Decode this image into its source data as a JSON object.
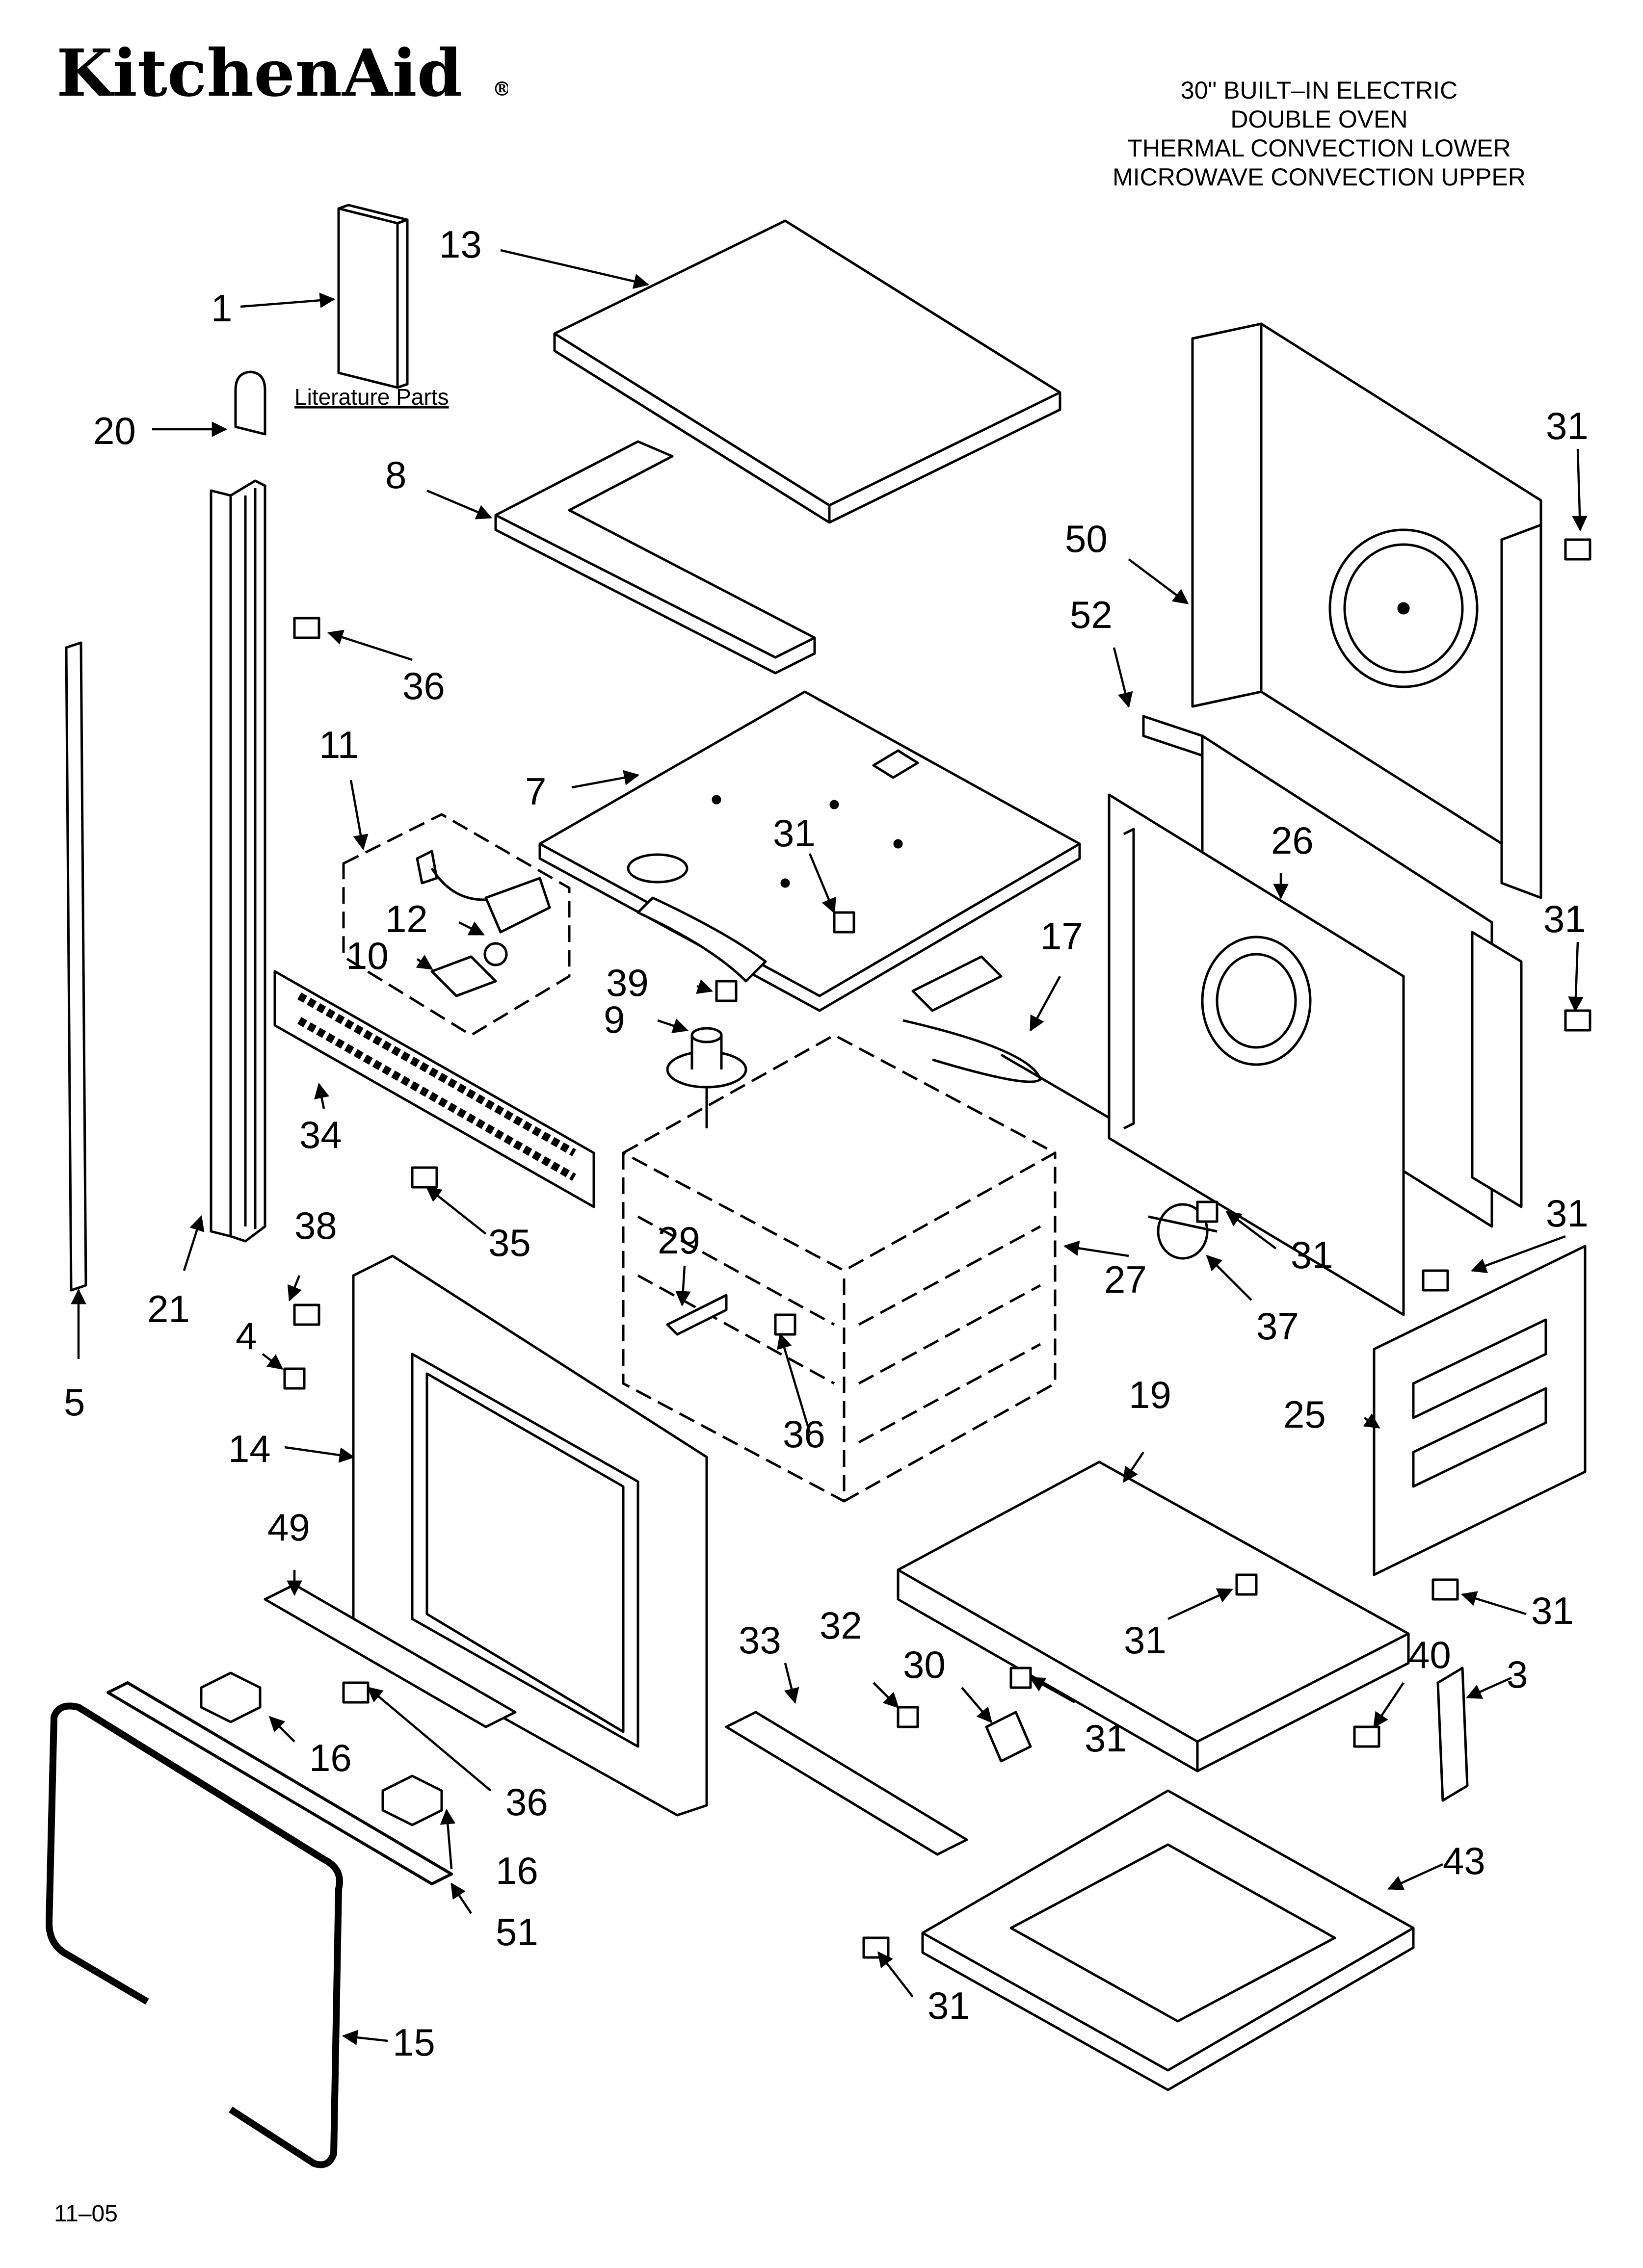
{
  "brand": {
    "name": "KitchenAid",
    "registered_mark": "®"
  },
  "title_lines": [
    "30\" BUILT–IN ELECTRIC",
    "DOUBLE OVEN",
    "THERMAL CONVECTION LOWER",
    "MICROWAVE CONVECTION UPPER"
  ],
  "literature_label": "Literature Parts",
  "callouts": {
    "c1": "1",
    "c13": "13",
    "c20": "20",
    "c8": "8",
    "c31_top": "31",
    "c50": "50",
    "c52": "52",
    "c36_left": "36",
    "c11": "11",
    "c7": "7",
    "c31_mid": "31",
    "c26": "26",
    "c31_right": "31",
    "c12": "12",
    "c10": "10",
    "c39": "39",
    "c9": "9",
    "c17": "17",
    "c34": "34",
    "c35": "35",
    "c38": "38",
    "c29": "29",
    "c31_therm": "31",
    "c27": "27",
    "c31_panel": "31",
    "c37": "37",
    "c21": "21",
    "c4": "4",
    "c5": "5",
    "c36_mid": "36",
    "c14": "14",
    "c19": "19",
    "c25": "25",
    "c49": "49",
    "c31_tray": "31",
    "c31_corner": "31",
    "c33": "33",
    "c32": "32",
    "c30": "30",
    "c31_clip": "31",
    "c40": "40",
    "c3": "3",
    "c16_a": "16",
    "c36_low": "36",
    "c16_b": "16",
    "c43": "43",
    "c51": "51",
    "c31_bottom": "31",
    "c15": "15"
  },
  "footer_code": "11–05"
}
